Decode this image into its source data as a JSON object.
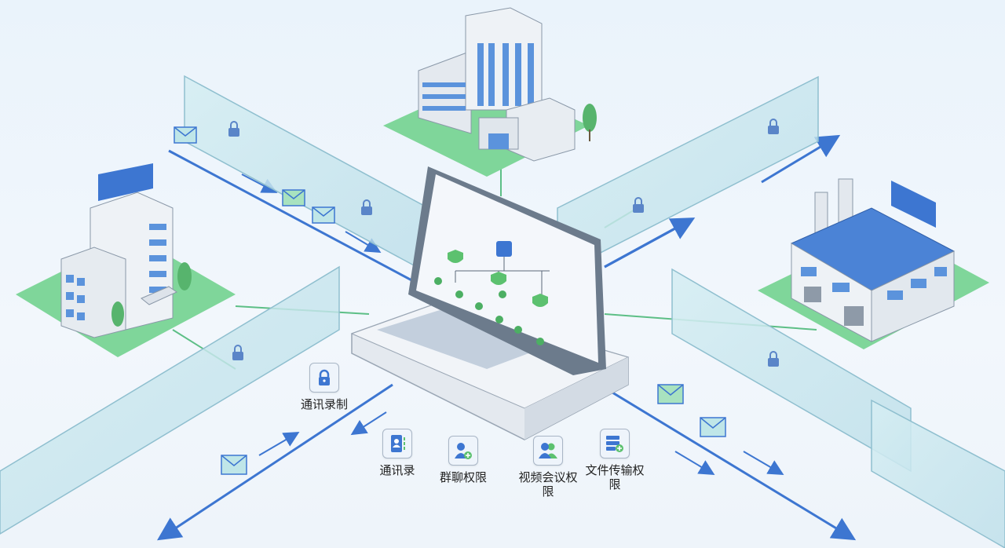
{
  "features": [
    {
      "label": "通讯录制",
      "icon": "lock-icon"
    },
    {
      "label": "通讯录",
      "icon": "contact-book-icon"
    },
    {
      "label": "群聊权限",
      "icon": "add-user-icon"
    },
    {
      "label": "视频会议权限",
      "icon": "group-users-icon"
    },
    {
      "label": "文件传输权限",
      "icon": "file-server-add-icon"
    }
  ],
  "colors": {
    "accent": "#3d76d1",
    "green": "#6fd38a",
    "glass": "#cfe8ef"
  }
}
